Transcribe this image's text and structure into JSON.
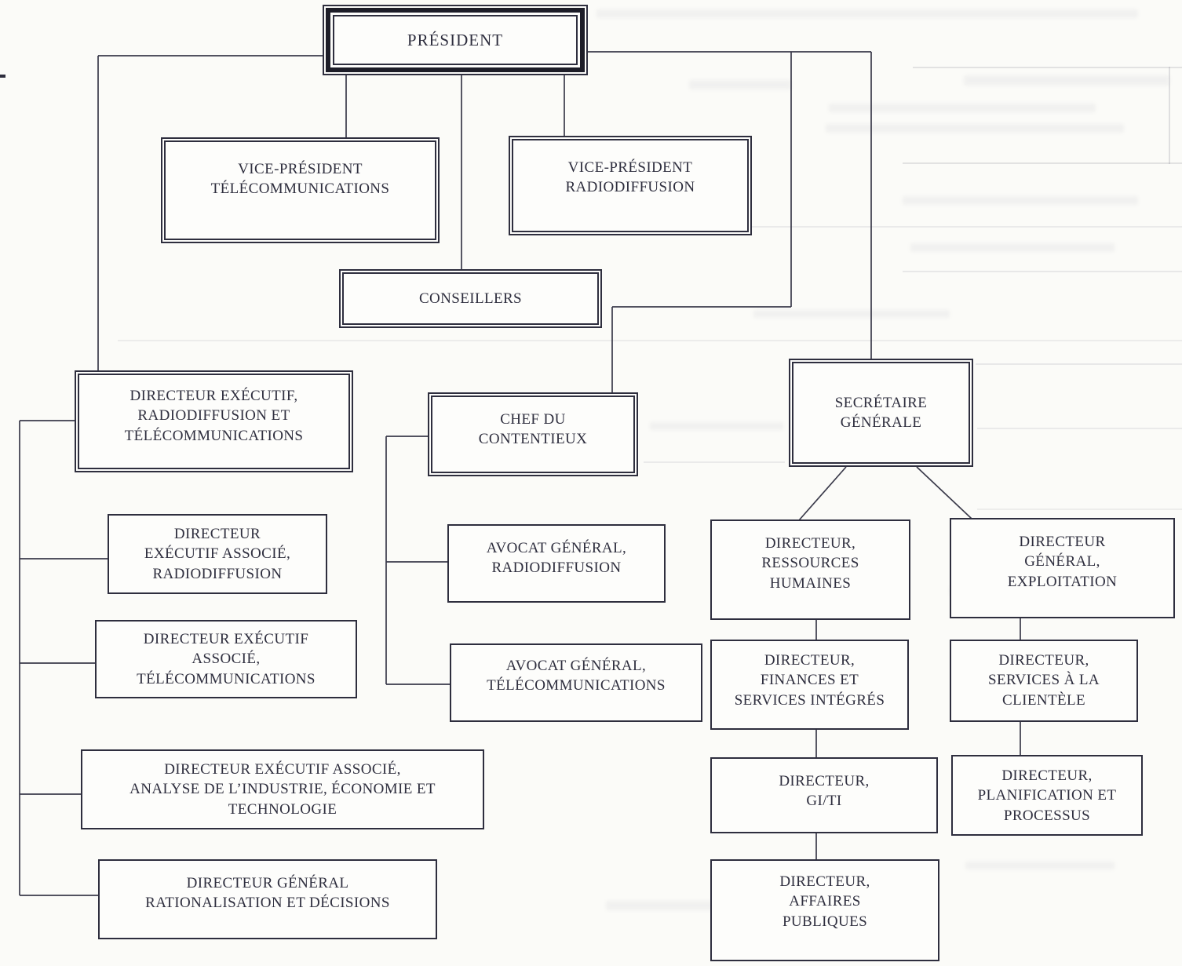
{
  "org_chart": {
    "language": "fr",
    "colors": {
      "ink": "#2e2e3e",
      "paper": "#fbfbf8"
    },
    "nodes": {
      "president": {
        "label": "PRÉSIDENT"
      },
      "vice_president_telecommunications": {
        "label": "VICE-PRÉSIDENT\nTÉLÉCOMMUNICATIONS"
      },
      "vice_president_radiodiffusion": {
        "label": "VICE-PRÉSIDENT\nRADIODIFFUSION"
      },
      "conseillers": {
        "label": "CONSEILLERS"
      },
      "directeur_executif_radiodiffusion_telecommunications": {
        "label": "DIRECTEUR EXÉCUTIF,\nRADIODIFFUSION ET\nTÉLÉCOMMUNICATIONS"
      },
      "chef_du_contentieux": {
        "label": "CHEF DU\nCONTENTIEUX"
      },
      "secretaire_generale": {
        "label": "SECRÉTAIRE\nGÉNÉRALE"
      },
      "directeur_executif_associe_radiodiffusion": {
        "label": "DIRECTEUR\nEXÉCUTIF ASSOCIÉ,\nRADIODIFFUSION"
      },
      "directeur_executif_associe_telecommunications": {
        "label": "DIRECTEUR EXÉCUTIF\nASSOCIÉ,\nTÉLÉCOMMUNICATIONS"
      },
      "directeur_executif_associe_analyse_industrie": {
        "label": "DIRECTEUR EXÉCUTIF ASSOCIÉ,\nANALYSE DE L’INDUSTRIE, ÉCONOMIE ET\nTECHNOLOGIE"
      },
      "directeur_general_rationalisation_decisions": {
        "label": "DIRECTEUR GÉNÉRAL\nRATIONALISATION ET DÉCISIONS"
      },
      "avocat_general_radiodiffusion": {
        "label": "AVOCAT GÉNÉRAL,\nRADIODIFFUSION"
      },
      "avocat_general_telecommunications": {
        "label": "AVOCAT GÉNÉRAL,\nTÉLÉCOMMUNICATIONS"
      },
      "directeur_ressources_humaines": {
        "label": "DIRECTEUR,\nRESSOURCES\nHUMAINES"
      },
      "directeur_general_exploitation": {
        "label": "DIRECTEUR\nGÉNÉRAL,\nEXPLOITATION"
      },
      "directeur_finances_services_integres": {
        "label": "DIRECTEUR,\nFINANCES ET\nSERVICES INTÉGRÉS"
      },
      "directeur_services_clientele": {
        "label": "DIRECTEUR,\nSERVICES À LA\nCLIENTÈLE"
      },
      "directeur_gi_ti": {
        "label": "DIRECTEUR,\nGI/TI"
      },
      "directeur_planification_processus": {
        "label": "DIRECTEUR,\nPLANIFICATION ET\nPROCESSUS"
      },
      "directeur_affaires_publiques": {
        "label": "DIRECTEUR,\nAFFAIRES\nPUBLIQUES"
      }
    }
  }
}
